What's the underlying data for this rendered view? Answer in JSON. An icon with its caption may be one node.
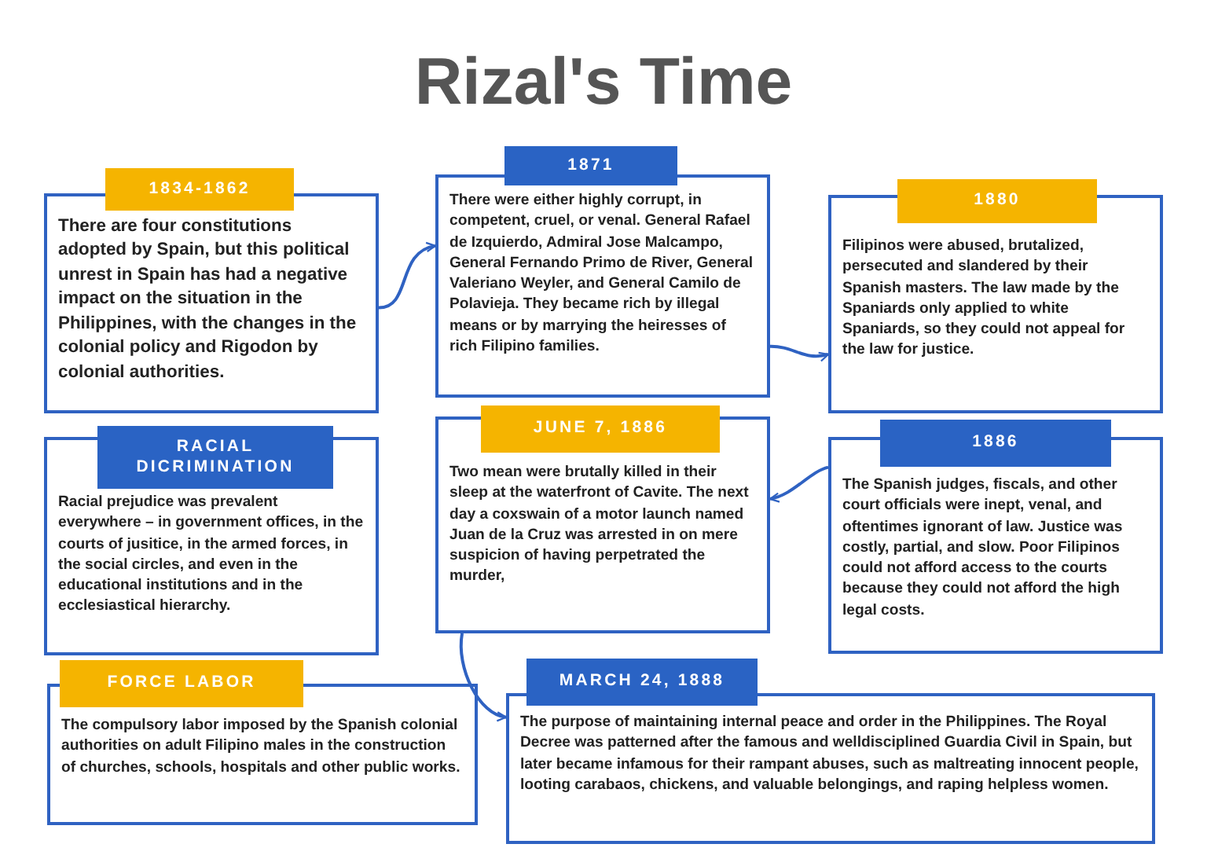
{
  "diagram": {
    "title": "Rizal's Time",
    "nodes": [
      {
        "text": [
          "1834-1862",
          "There are four constitutions adopted by Spain, but this political unrest in Spain has had a negative impact on the situation in the Philippines, with the changes in the colonial policy and Rigodon by colonial authorities."
        ]
      },
      {
        "text": [
          "1871",
          "There were either highly corrupt, in competent, cruel, or venal. General Rafael de Izquierdo, Admiral Jose Malcampo, General Fernando Primo de River, General Valeriano Weyler, and General Camilo de Polavieja. They became rich by illegal means or by marrying the heiresses of rich Filipino families."
        ]
      },
      {
        "text": [
          "1880",
          "Filipinos were abused, brutalized, persecuted and slandered by their Spanish masters. The law made by the Spaniards only applied to white Spaniards, so they could not appeal for the law for justice."
        ]
      },
      {
        "text": [
          "RACIAL DICRIMINATION",
          "Racial prejudice was prevalent everywhere – in government offices, in the courts of jusitice, in the armed forces, in the social circles, and even in the educational institutions and in the ecclesiastical hierarchy."
        ]
      },
      {
        "text": [
          "JUNE 7, 1886",
          "Two mean were brutally killed in their sleep at the waterfront of Cavite. The next day a coxswain of a motor launch named Juan de la Cruz was arrested in on mere suspicion of having perpetrated the murder,"
        ]
      },
      {
        "text": [
          "1886",
          "The Spanish judges, fiscals, and other court officials were inept, venal, and oftentimes ignorant of law. Justice was costly, partial, and slow. Poor Filipinos could not afford access to the courts because they could not afford the high legal costs."
        ]
      },
      {
        "text": [
          "FORCE LABOR",
          "The compulsory labor imposed by the Spanish colonial authorities on adult Filipino males in the construction of churches, schools, hospitals and other public works."
        ]
      },
      {
        "text": [
          "MARCH 24, 1888",
          "The purpose of maintaining internal peace and order in the Philippines. The Royal Decree was patterned after the famous and welldisciplined Guardia Civil in Spain, but later became infamous for their rampant abuses, such as maltreating innocent people, looting carabaos, chickens, and valuable belongings, and raping helpless women."
        ]
      }
    ],
    "edges": [
      {
        "from": 0,
        "to": 1,
        "arrow": "to"
      },
      {
        "from": 1,
        "to": 2,
        "arrow": "to"
      },
      {
        "from": 5,
        "to": 4,
        "arrow": "to"
      },
      {
        "from": 4,
        "to": 7,
        "arrow": "to"
      }
    ]
  }
}
